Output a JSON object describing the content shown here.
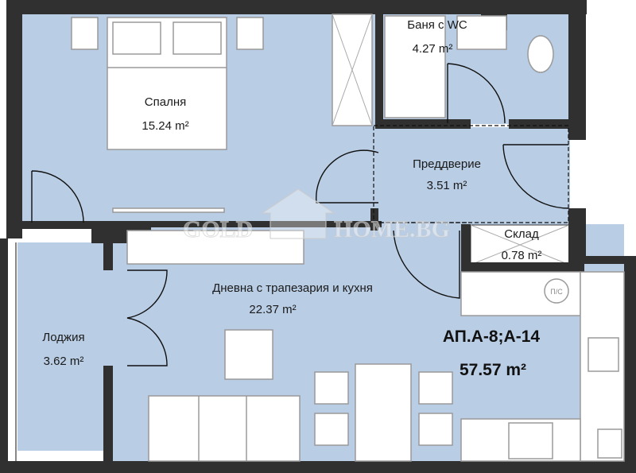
{
  "plan": {
    "apartment_id": "АП.А-8;А-14",
    "total_area": "57.57 m²",
    "colors": {
      "room_fill": "#b9cde5",
      "wall": "#303030",
      "background": "#ffffff"
    },
    "rooms": [
      {
        "name": "Спалня",
        "area": "15.24 m²"
      },
      {
        "name": "Баня с WC",
        "area": "4.27 m²"
      },
      {
        "name": "Преддверие",
        "area": "3.51 m²"
      },
      {
        "name": "Склад",
        "area": "0.78 m²"
      },
      {
        "name": "Дневна с трапезария и кухня",
        "area": "22.37 m²"
      },
      {
        "name": "Лоджия",
        "area": "3.62 m²"
      }
    ],
    "stove_label": "П/С",
    "watermark": {
      "left": "GOLD",
      "right": "HOME.BG"
    }
  }
}
